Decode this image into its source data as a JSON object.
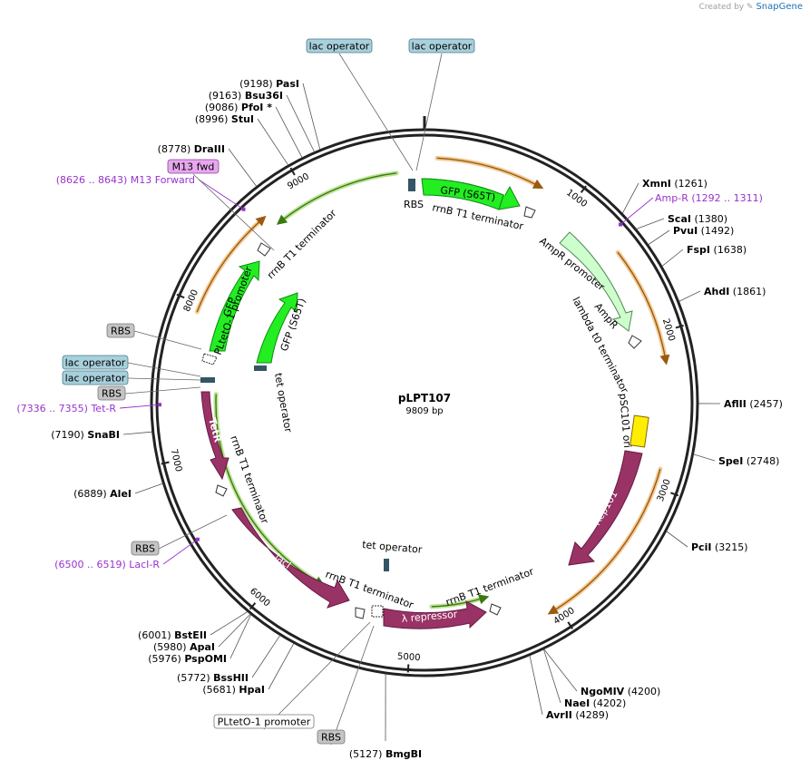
{
  "credit": {
    "text": "Created by",
    "brand": "SnapGene"
  },
  "plasmid": {
    "name": "pLPT107",
    "size_label": "9809 bp",
    "length": 9809
  },
  "ticks": [
    "1000",
    "2000",
    "3000",
    "4000",
    "5000",
    "6000",
    "7000",
    "8000",
    "9000"
  ],
  "sites": [
    {
      "name": "PasI",
      "pos": "(9198)",
      "coord": 9198
    },
    {
      "name": "Bsu36I",
      "pos": "(9163)",
      "coord": 9163
    },
    {
      "name": "PfoI *",
      "pos": "(9086)",
      "coord": 9086
    },
    {
      "name": "StuI",
      "pos": "(8996)",
      "coord": 8996
    },
    {
      "name": "DraIII",
      "pos": "(8778)",
      "coord": 8778
    },
    {
      "name": "XmnI",
      "pos": "(1261)",
      "coord": 1261
    },
    {
      "name": "ScaI",
      "pos": "(1380)",
      "coord": 1380
    },
    {
      "name": "PvuI",
      "pos": "(1492)",
      "coord": 1492
    },
    {
      "name": "FspI",
      "pos": "(1638)",
      "coord": 1638
    },
    {
      "name": "AhdI",
      "pos": "(1861)",
      "coord": 1861
    },
    {
      "name": "AflII",
      "pos": "(2457)",
      "coord": 2457
    },
    {
      "name": "SpeI",
      "pos": "(2748)",
      "coord": 2748
    },
    {
      "name": "PciI",
      "pos": "(3215)",
      "coord": 3215
    },
    {
      "name": "NgoMIV",
      "pos": "(4200)",
      "coord": 4200
    },
    {
      "name": "NaeI",
      "pos": "(4202)",
      "coord": 4202
    },
    {
      "name": "AvrII",
      "pos": "(4289)",
      "coord": 4289
    },
    {
      "name": "BmgBI",
      "pos": "(5127)",
      "coord": 5127
    },
    {
      "name": "HpaI",
      "pos": "(5681)",
      "coord": 5681
    },
    {
      "name": "BssHII",
      "pos": "(5772)",
      "coord": 5772
    },
    {
      "name": "PspOMI",
      "pos": "(5976)",
      "coord": 5976
    },
    {
      "name": "ApaI",
      "pos": "(5980)",
      "coord": 5980
    },
    {
      "name": "BstEII",
      "pos": "(6001)",
      "coord": 6001
    },
    {
      "name": "AleI",
      "pos": "(6889)",
      "coord": 6889
    },
    {
      "name": "SnaBI",
      "pos": "(7190)",
      "coord": 7190
    }
  ],
  "primers": [
    {
      "label": "Amp-R",
      "range": "(1292 .. 1311)"
    },
    {
      "label": "Tet-R",
      "range": "(7336 .. 7355)"
    },
    {
      "label": "LacI-R",
      "range": "(6500 .. 6519)"
    },
    {
      "label": "M13 Forward",
      "range": "(8626 .. 8643)"
    }
  ],
  "boxes": [
    {
      "text": "lac operator",
      "kind": "operator"
    },
    {
      "text": "lac operator",
      "kind": "operator"
    },
    {
      "text": "M13 fwd",
      "kind": "primer"
    },
    {
      "text": "RBS",
      "kind": "rbs"
    },
    {
      "text": "lac operator",
      "kind": "operator"
    },
    {
      "text": "lac operator",
      "kind": "operator"
    },
    {
      "text": "RBS",
      "kind": "rbs"
    },
    {
      "text": "RBS",
      "kind": "rbs"
    },
    {
      "text": "PLtetO-1 promoter",
      "kind": "promoter"
    },
    {
      "text": "RBS",
      "kind": "rbs"
    }
  ],
  "features": [
    {
      "label": "GFP (S65T)"
    },
    {
      "label": "TetR"
    },
    {
      "label": "lacI"
    },
    {
      "label": "λ repressor"
    },
    {
      "label": "Rep101"
    },
    {
      "label": "GFP"
    },
    {
      "label": "GFP (S65T)"
    }
  ],
  "inner_labels": [
    "RBS",
    "rrnB T1 terminator",
    "AmpR promoter",
    "AmpR",
    "lambda t0 terminator",
    "pSC101 ori",
    "rrnB T1 terminator",
    "rrnB T1 terminator",
    "rrnB T1 terminator",
    "tet operator",
    "rrnB T1 terminator",
    "PLtetO-1 promoter",
    "tet operator"
  ],
  "colors": {
    "backbone": "#222222",
    "gfp": "#22ee22",
    "repressor": "#993366",
    "ampr": "#ccffcc",
    "ori": "#ffee00",
    "primer": "#9933cc",
    "operator_box": "#a8d0dc",
    "rbs_box": "#c0c0c0",
    "primer_box": "#e8a8f0",
    "orange_arc": "#e8a040",
    "green_arc": "#88cc44"
  }
}
